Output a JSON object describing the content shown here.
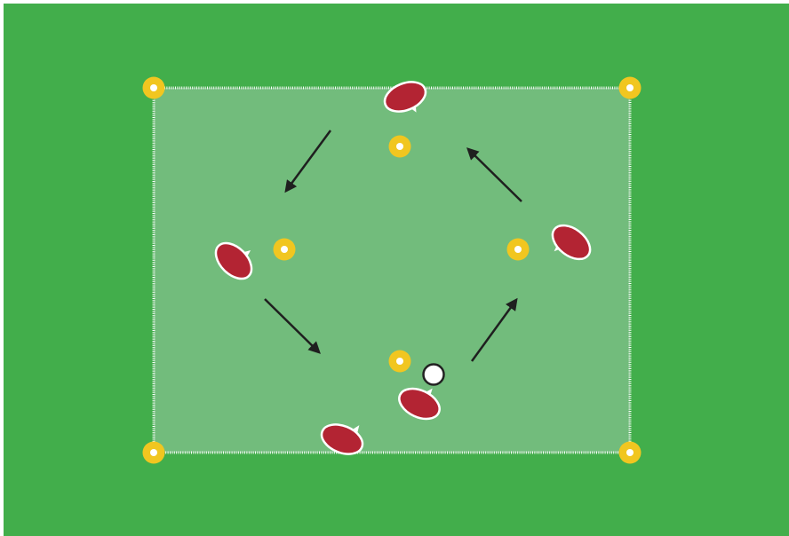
{
  "colors": {
    "frame": "#ffffff",
    "grass": "#42ae4b",
    "area_fill": "#72bc7c",
    "boundary": "#ffffff",
    "cone": "#f1c620",
    "cone_center": "#ffffff",
    "player": "#b32433",
    "player_outline": "#ffffff",
    "arrow": "#1f1f1f",
    "ball": "#ffffff",
    "ball_outline": "#222222"
  },
  "elements": {
    "corner_cones": [
      "cone",
      "cone",
      "cone",
      "cone"
    ],
    "diamond_cones": [
      "cone",
      "cone",
      "cone",
      "cone"
    ],
    "players": [
      "player",
      "player",
      "player",
      "player",
      "player"
    ],
    "ball": "ball",
    "arrows": [
      "arrow",
      "arrow",
      "arrow",
      "arrow"
    ]
  }
}
